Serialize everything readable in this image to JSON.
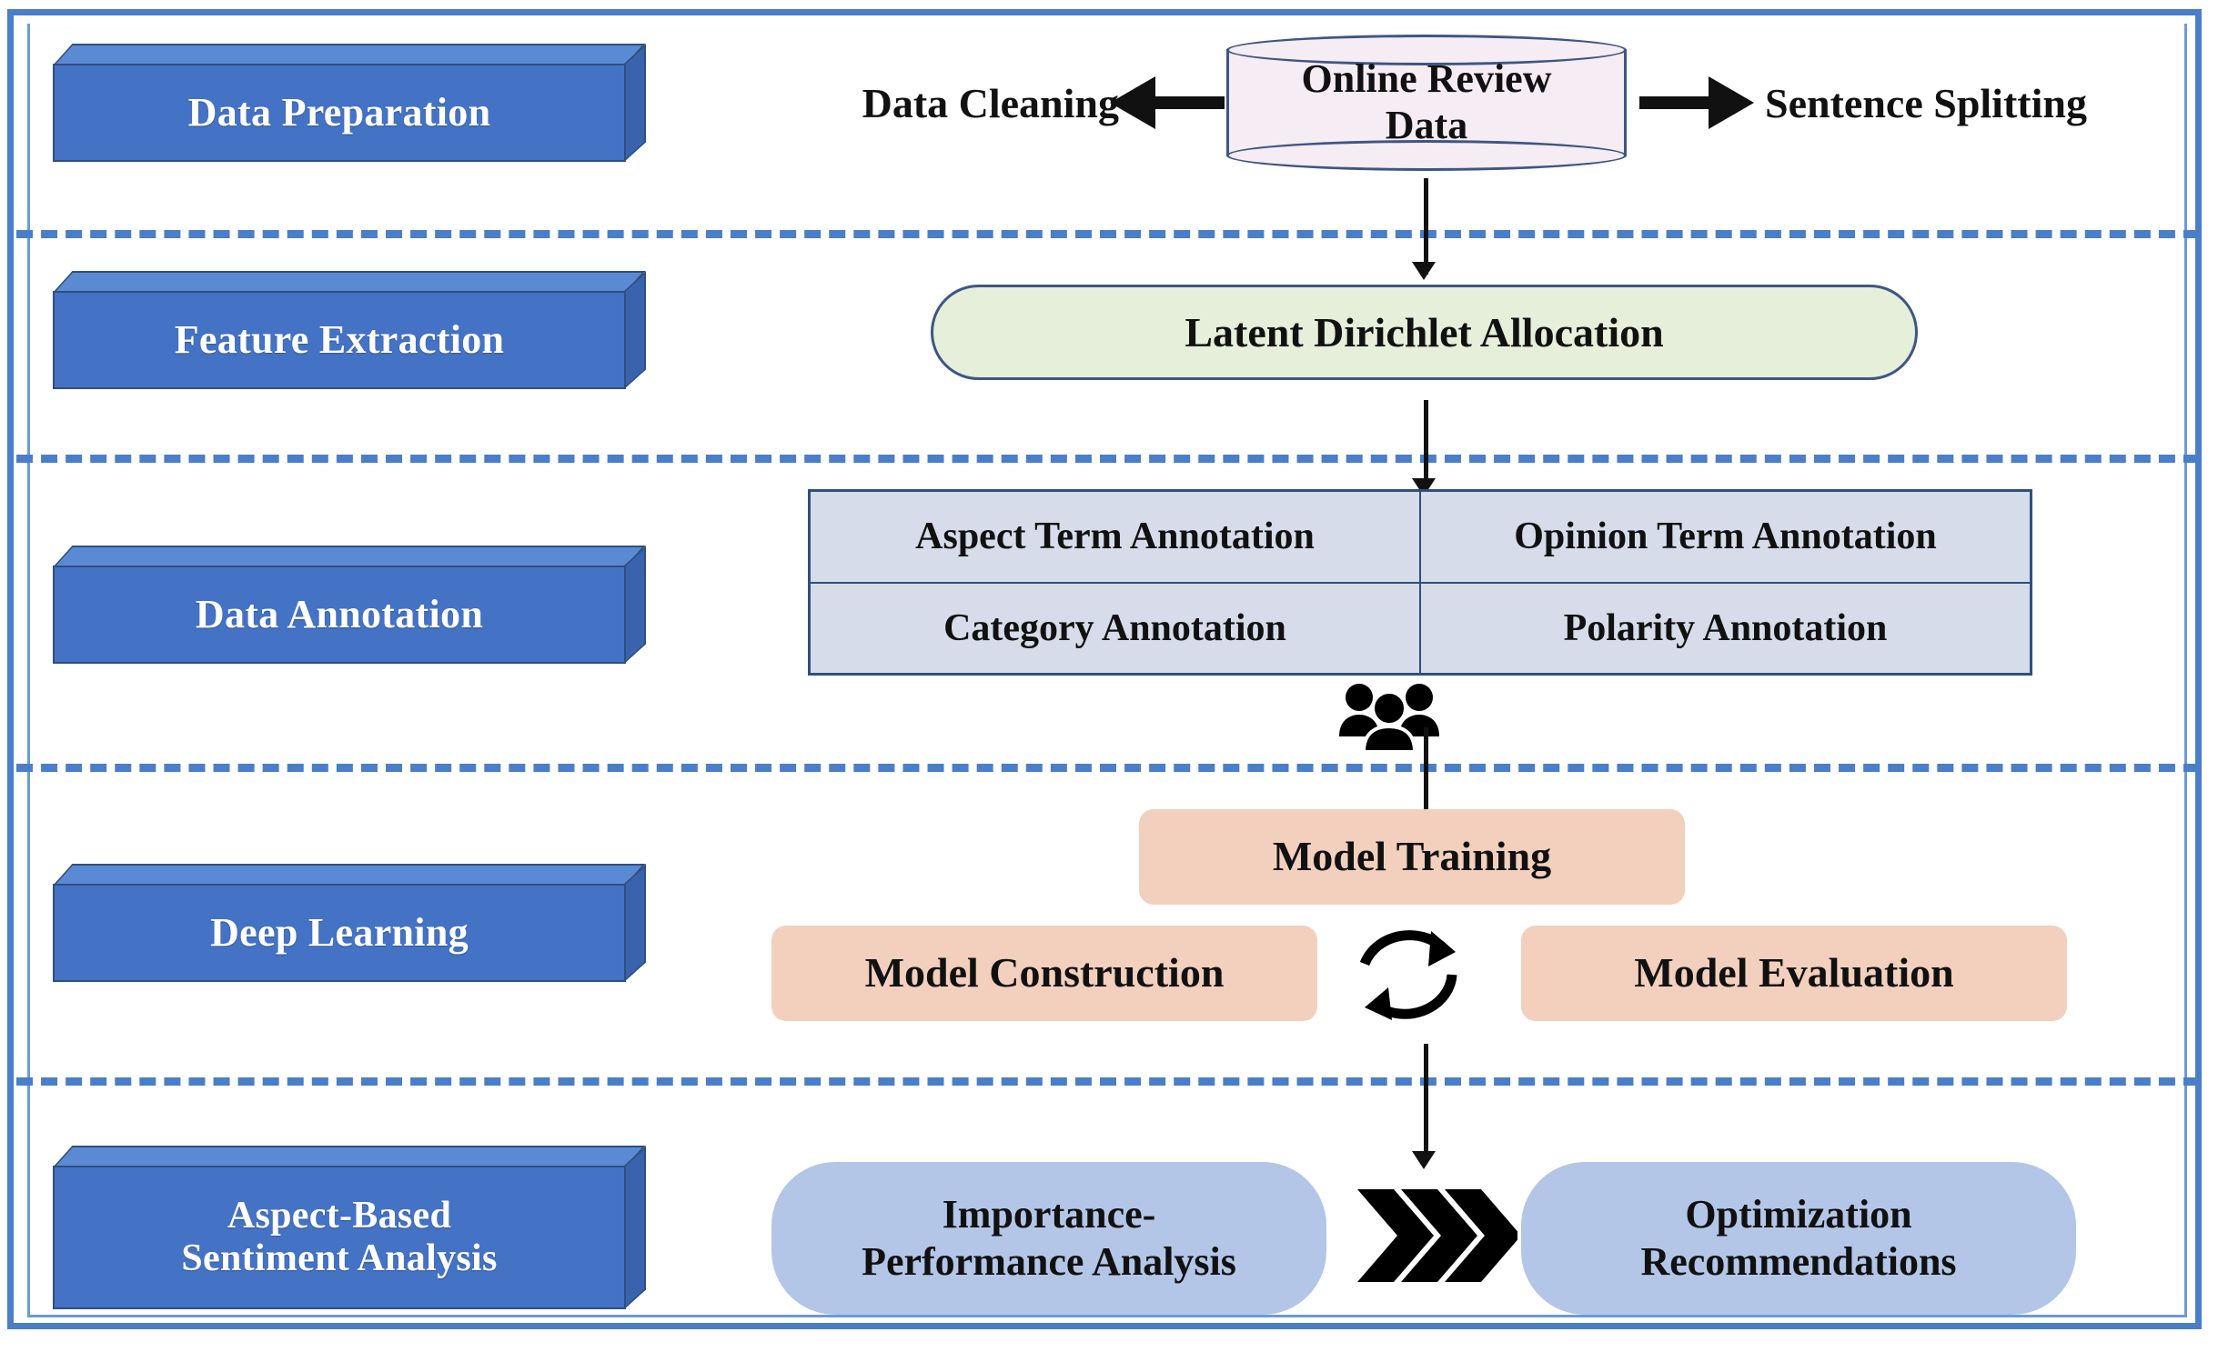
{
  "diagram": {
    "title": "Aspect-Based Sentiment Analysis Research Framework",
    "colors": {
      "frame_border": "#4a7ec8",
      "separator": "#4a7ec8",
      "stage_box": "#4472c4",
      "stage_box_edge": "#2f4f7f",
      "cylinder_fill": "#f6ecf4",
      "cylinder_edge": "#3d5683",
      "stadium_fill": "#e5efd9",
      "table_fill": "#d6dce9",
      "table_edge": "#2f4f7f",
      "peach_box": "#f2d0bd",
      "blue_box": "#b3c6e7",
      "arrow": "#111111"
    }
  },
  "stages": [
    {
      "id": "data-preparation",
      "label": "Data Preparation"
    },
    {
      "id": "feature-extraction",
      "label": "Feature Extraction"
    },
    {
      "id": "data-annotation",
      "label": "Data Annotation"
    },
    {
      "id": "deep-learning",
      "label": "Deep Learning"
    },
    {
      "id": "absa",
      "label_line1": "Aspect-Based",
      "label_line2": "Sentiment Analysis"
    }
  ],
  "data_preparation": {
    "source_line1": "Online Review",
    "source_line2": "Data",
    "left_branch": "Data  Cleaning",
    "right_branch": "Sentence Splitting",
    "left_arrow_icon": "arrow-left-icon",
    "right_arrow_icon": "arrow-right-icon"
  },
  "feature_extraction": {
    "method": "Latent Dirichlet Allocation"
  },
  "data_annotation": {
    "cells": [
      "Aspect Term Annotation",
      "Opinion Term Annotation",
      "Category Annotation",
      "Polarity Annotation"
    ],
    "annotator_icon": "people-group-icon"
  },
  "deep_learning": {
    "training": "Model Training",
    "construction": "Model Construction",
    "evaluation": "Model Evaluation",
    "cycle_icon": "refresh-cycle-icon"
  },
  "absa": {
    "analysis_line1": "Importance-",
    "analysis_line2": "Performance Analysis",
    "result_line1": "Optimization",
    "result_line2": "Recommendations",
    "chevron_icon": "triple-chevron-right-icon"
  }
}
